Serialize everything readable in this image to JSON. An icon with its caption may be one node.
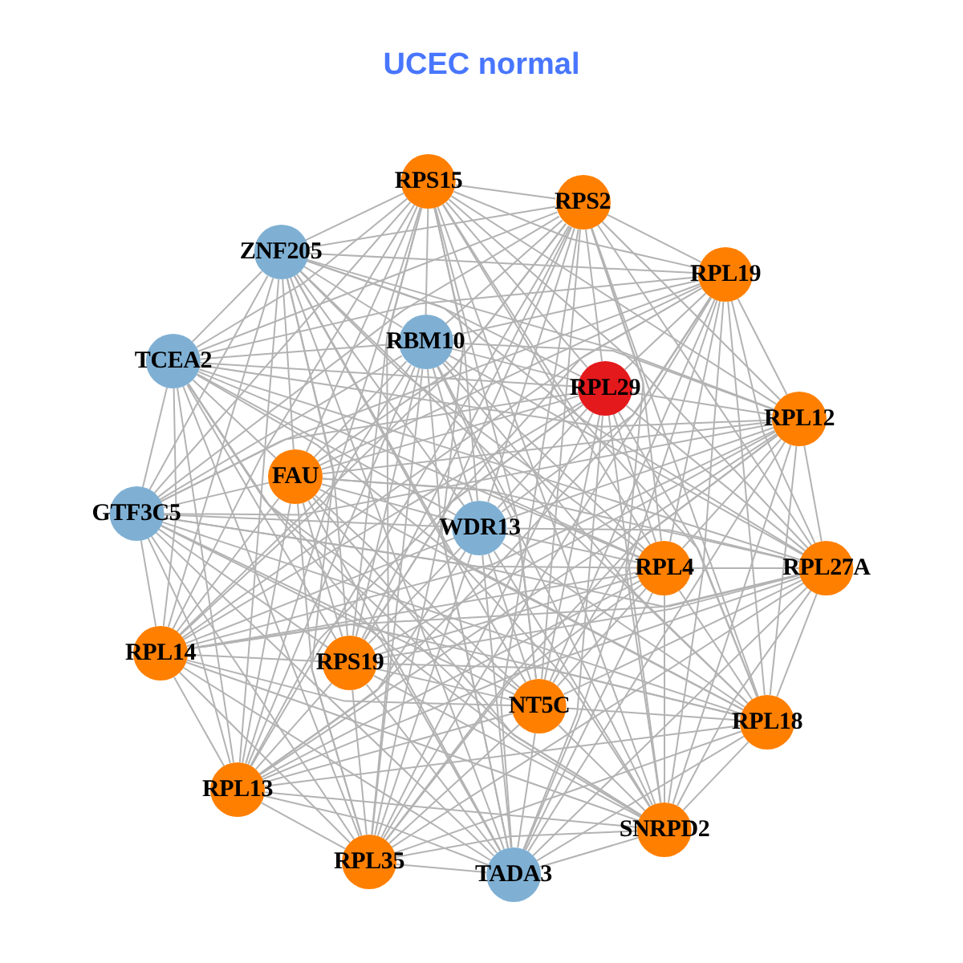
{
  "diagram": {
    "title": "UCEC normal",
    "nodes": [
      {
        "text": [
          "RPS15"
        ]
      },
      {
        "text": [
          "RPS2"
        ]
      },
      {
        "text": [
          "ZNF205"
        ]
      },
      {
        "text": [
          "RPL19"
        ]
      },
      {
        "text": [
          "RBM10"
        ]
      },
      {
        "text": [
          "TCEA2"
        ]
      },
      {
        "text": [
          "RPL29"
        ]
      },
      {
        "text": [
          "RPL12"
        ]
      },
      {
        "text": [
          "FAU"
        ]
      },
      {
        "text": [
          "GTF3C5"
        ]
      },
      {
        "text": [
          "WDR13"
        ]
      },
      {
        "text": [
          "RPL4"
        ]
      },
      {
        "text": [
          "RPL27A"
        ]
      },
      {
        "text": [
          "RPL14"
        ]
      },
      {
        "text": [
          "RPS19"
        ]
      },
      {
        "text": [
          "NT5C"
        ]
      },
      {
        "text": [
          "RPL18"
        ]
      },
      {
        "text": [
          "RPL13"
        ]
      },
      {
        "text": [
          "SNRPD2"
        ]
      },
      {
        "text": [
          "RPL35"
        ]
      },
      {
        "text": [
          "TADA3"
        ]
      }
    ],
    "edges": [
      {
        "from": 0,
        "to": 1,
        "arrow": "none"
      },
      {
        "from": 0,
        "to": 2,
        "arrow": "none"
      },
      {
        "from": 0,
        "to": 3,
        "arrow": "none"
      },
      {
        "from": 0,
        "to": 4,
        "arrow": "none"
      },
      {
        "from": 0,
        "to": 5,
        "arrow": "none"
      },
      {
        "from": 0,
        "to": 6,
        "arrow": "none"
      },
      {
        "from": 0,
        "to": 7,
        "arrow": "none"
      },
      {
        "from": 0,
        "to": 8,
        "arrow": "none"
      },
      {
        "from": 0,
        "to": 9,
        "arrow": "none"
      },
      {
        "from": 0,
        "to": 10,
        "arrow": "none"
      },
      {
        "from": 0,
        "to": 11,
        "arrow": "none"
      },
      {
        "from": 0,
        "to": 12,
        "arrow": "none"
      },
      {
        "from": 0,
        "to": 13,
        "arrow": "none"
      },
      {
        "from": 0,
        "to": 14,
        "arrow": "none"
      },
      {
        "from": 0,
        "to": 15,
        "arrow": "none"
      },
      {
        "from": 0,
        "to": 16,
        "arrow": "none"
      },
      {
        "from": 0,
        "to": 17,
        "arrow": "none"
      },
      {
        "from": 0,
        "to": 18,
        "arrow": "none"
      },
      {
        "from": 0,
        "to": 19,
        "arrow": "none"
      },
      {
        "from": 0,
        "to": 20,
        "arrow": "none"
      },
      {
        "from": 1,
        "to": 2,
        "arrow": "none"
      },
      {
        "from": 1,
        "to": 3,
        "arrow": "none"
      },
      {
        "from": 1,
        "to": 4,
        "arrow": "none"
      },
      {
        "from": 1,
        "to": 5,
        "arrow": "none"
      },
      {
        "from": 1,
        "to": 6,
        "arrow": "none"
      },
      {
        "from": 1,
        "to": 7,
        "arrow": "none"
      },
      {
        "from": 1,
        "to": 8,
        "arrow": "none"
      },
      {
        "from": 1,
        "to": 9,
        "arrow": "none"
      },
      {
        "from": 1,
        "to": 10,
        "arrow": "none"
      },
      {
        "from": 1,
        "to": 11,
        "arrow": "none"
      },
      {
        "from": 1,
        "to": 12,
        "arrow": "none"
      },
      {
        "from": 1,
        "to": 13,
        "arrow": "none"
      },
      {
        "from": 1,
        "to": 14,
        "arrow": "none"
      },
      {
        "from": 1,
        "to": 15,
        "arrow": "none"
      },
      {
        "from": 1,
        "to": 16,
        "arrow": "none"
      },
      {
        "from": 1,
        "to": 17,
        "arrow": "none"
      },
      {
        "from": 1,
        "to": 18,
        "arrow": "none"
      },
      {
        "from": 1,
        "to": 19,
        "arrow": "none"
      },
      {
        "from": 1,
        "to": 20,
        "arrow": "none"
      },
      {
        "from": 2,
        "to": 3,
        "arrow": "none"
      },
      {
        "from": 2,
        "to": 4,
        "arrow": "none"
      },
      {
        "from": 2,
        "to": 5,
        "arrow": "none"
      },
      {
        "from": 2,
        "to": 6,
        "arrow": "none"
      },
      {
        "from": 2,
        "to": 7,
        "arrow": "none"
      },
      {
        "from": 2,
        "to": 8,
        "arrow": "none"
      },
      {
        "from": 2,
        "to": 9,
        "arrow": "none"
      },
      {
        "from": 2,
        "to": 10,
        "arrow": "none"
      },
      {
        "from": 2,
        "to": 11,
        "arrow": "none"
      },
      {
        "from": 2,
        "to": 12,
        "arrow": "none"
      },
      {
        "from": 2,
        "to": 13,
        "arrow": "none"
      },
      {
        "from": 2,
        "to": 14,
        "arrow": "none"
      },
      {
        "from": 2,
        "to": 15,
        "arrow": "none"
      },
      {
        "from": 2,
        "to": 16,
        "arrow": "none"
      },
      {
        "from": 2,
        "to": 17,
        "arrow": "none"
      },
      {
        "from": 2,
        "to": 18,
        "arrow": "none"
      },
      {
        "from": 2,
        "to": 19,
        "arrow": "none"
      },
      {
        "from": 2,
        "to": 20,
        "arrow": "none"
      },
      {
        "from": 3,
        "to": 4,
        "arrow": "none"
      },
      {
        "from": 3,
        "to": 5,
        "arrow": "none"
      },
      {
        "from": 3,
        "to": 6,
        "arrow": "none"
      },
      {
        "from": 3,
        "to": 7,
        "arrow": "none"
      },
      {
        "from": 3,
        "to": 8,
        "arrow": "none"
      },
      {
        "from": 3,
        "to": 9,
        "arrow": "none"
      },
      {
        "from": 3,
        "to": 10,
        "arrow": "none"
      },
      {
        "from": 3,
        "to": 11,
        "arrow": "none"
      },
      {
        "from": 3,
        "to": 12,
        "arrow": "none"
      },
      {
        "from": 3,
        "to": 13,
        "arrow": "none"
      },
      {
        "from": 3,
        "to": 14,
        "arrow": "none"
      },
      {
        "from": 3,
        "to": 15,
        "arrow": "none"
      },
      {
        "from": 3,
        "to": 16,
        "arrow": "none"
      },
      {
        "from": 3,
        "to": 17,
        "arrow": "none"
      },
      {
        "from": 3,
        "to": 18,
        "arrow": "none"
      },
      {
        "from": 3,
        "to": 19,
        "arrow": "none"
      },
      {
        "from": 3,
        "to": 20,
        "arrow": "none"
      },
      {
        "from": 4,
        "to": 5,
        "arrow": "none"
      },
      {
        "from": 4,
        "to": 6,
        "arrow": "none"
      },
      {
        "from": 4,
        "to": 7,
        "arrow": "none"
      },
      {
        "from": 4,
        "to": 8,
        "arrow": "none"
      },
      {
        "from": 4,
        "to": 9,
        "arrow": "none"
      },
      {
        "from": 4,
        "to": 10,
        "arrow": "none"
      },
      {
        "from": 4,
        "to": 11,
        "arrow": "none"
      },
      {
        "from": 4,
        "to": 12,
        "arrow": "none"
      },
      {
        "from": 4,
        "to": 13,
        "arrow": "none"
      },
      {
        "from": 4,
        "to": 14,
        "arrow": "none"
      },
      {
        "from": 4,
        "to": 15,
        "arrow": "none"
      },
      {
        "from": 4,
        "to": 16,
        "arrow": "none"
      },
      {
        "from": 4,
        "to": 17,
        "arrow": "none"
      },
      {
        "from": 4,
        "to": 18,
        "arrow": "none"
      },
      {
        "from": 4,
        "to": 19,
        "arrow": "none"
      },
      {
        "from": 4,
        "to": 20,
        "arrow": "none"
      },
      {
        "from": 5,
        "to": 6,
        "arrow": "none"
      },
      {
        "from": 5,
        "to": 7,
        "arrow": "none"
      },
      {
        "from": 5,
        "to": 8,
        "arrow": "none"
      },
      {
        "from": 5,
        "to": 9,
        "arrow": "none"
      },
      {
        "from": 5,
        "to": 10,
        "arrow": "none"
      },
      {
        "from": 5,
        "to": 11,
        "arrow": "none"
      },
      {
        "from": 5,
        "to": 12,
        "arrow": "none"
      },
      {
        "from": 5,
        "to": 13,
        "arrow": "none"
      },
      {
        "from": 5,
        "to": 14,
        "arrow": "none"
      },
      {
        "from": 5,
        "to": 15,
        "arrow": "none"
      },
      {
        "from": 5,
        "to": 16,
        "arrow": "none"
      },
      {
        "from": 5,
        "to": 17,
        "arrow": "none"
      },
      {
        "from": 5,
        "to": 18,
        "arrow": "none"
      },
      {
        "from": 5,
        "to": 19,
        "arrow": "none"
      },
      {
        "from": 5,
        "to": 20,
        "arrow": "none"
      },
      {
        "from": 6,
        "to": 7,
        "arrow": "none"
      },
      {
        "from": 6,
        "to": 8,
        "arrow": "none"
      },
      {
        "from": 6,
        "to": 9,
        "arrow": "none"
      },
      {
        "from": 6,
        "to": 10,
        "arrow": "none"
      },
      {
        "from": 6,
        "to": 11,
        "arrow": "none"
      },
      {
        "from": 6,
        "to": 12,
        "arrow": "none"
      },
      {
        "from": 6,
        "to": 13,
        "arrow": "none"
      },
      {
        "from": 6,
        "to": 14,
        "arrow": "none"
      },
      {
        "from": 6,
        "to": 15,
        "arrow": "none"
      },
      {
        "from": 6,
        "to": 16,
        "arrow": "none"
      },
      {
        "from": 6,
        "to": 17,
        "arrow": "none"
      },
      {
        "from": 6,
        "to": 18,
        "arrow": "none"
      },
      {
        "from": 6,
        "to": 19,
        "arrow": "none"
      },
      {
        "from": 6,
        "to": 20,
        "arrow": "none"
      },
      {
        "from": 7,
        "to": 8,
        "arrow": "none"
      },
      {
        "from": 7,
        "to": 9,
        "arrow": "none"
      },
      {
        "from": 7,
        "to": 10,
        "arrow": "none"
      },
      {
        "from": 7,
        "to": 11,
        "arrow": "none"
      },
      {
        "from": 7,
        "to": 12,
        "arrow": "none"
      },
      {
        "from": 7,
        "to": 13,
        "arrow": "none"
      },
      {
        "from": 7,
        "to": 14,
        "arrow": "none"
      },
      {
        "from": 7,
        "to": 15,
        "arrow": "none"
      },
      {
        "from": 7,
        "to": 16,
        "arrow": "none"
      },
      {
        "from": 7,
        "to": 17,
        "arrow": "none"
      },
      {
        "from": 7,
        "to": 18,
        "arrow": "none"
      },
      {
        "from": 7,
        "to": 19,
        "arrow": "none"
      },
      {
        "from": 7,
        "to": 20,
        "arrow": "none"
      },
      {
        "from": 8,
        "to": 9,
        "arrow": "none"
      },
      {
        "from": 8,
        "to": 10,
        "arrow": "none"
      },
      {
        "from": 8,
        "to": 11,
        "arrow": "none"
      },
      {
        "from": 8,
        "to": 12,
        "arrow": "none"
      },
      {
        "from": 8,
        "to": 13,
        "arrow": "none"
      },
      {
        "from": 8,
        "to": 14,
        "arrow": "none"
      },
      {
        "from": 8,
        "to": 15,
        "arrow": "none"
      },
      {
        "from": 8,
        "to": 16,
        "arrow": "none"
      },
      {
        "from": 8,
        "to": 17,
        "arrow": "none"
      },
      {
        "from": 8,
        "to": 18,
        "arrow": "none"
      },
      {
        "from": 8,
        "to": 19,
        "arrow": "none"
      },
      {
        "from": 8,
        "to": 20,
        "arrow": "none"
      },
      {
        "from": 9,
        "to": 10,
        "arrow": "none"
      },
      {
        "from": 9,
        "to": 11,
        "arrow": "none"
      },
      {
        "from": 9,
        "to": 12,
        "arrow": "none"
      },
      {
        "from": 9,
        "to": 13,
        "arrow": "none"
      },
      {
        "from": 9,
        "to": 14,
        "arrow": "none"
      },
      {
        "from": 9,
        "to": 15,
        "arrow": "none"
      },
      {
        "from": 9,
        "to": 16,
        "arrow": "none"
      },
      {
        "from": 9,
        "to": 17,
        "arrow": "none"
      },
      {
        "from": 9,
        "to": 18,
        "arrow": "none"
      },
      {
        "from": 9,
        "to": 19,
        "arrow": "none"
      },
      {
        "from": 9,
        "to": 20,
        "arrow": "none"
      },
      {
        "from": 10,
        "to": 11,
        "arrow": "none"
      },
      {
        "from": 10,
        "to": 12,
        "arrow": "none"
      },
      {
        "from": 10,
        "to": 13,
        "arrow": "none"
      },
      {
        "from": 10,
        "to": 14,
        "arrow": "none"
      },
      {
        "from": 10,
        "to": 15,
        "arrow": "none"
      },
      {
        "from": 10,
        "to": 16,
        "arrow": "none"
      },
      {
        "from": 10,
        "to": 17,
        "arrow": "none"
      },
      {
        "from": 10,
        "to": 18,
        "arrow": "none"
      },
      {
        "from": 10,
        "to": 19,
        "arrow": "none"
      },
      {
        "from": 10,
        "to": 20,
        "arrow": "none"
      },
      {
        "from": 11,
        "to": 12,
        "arrow": "none"
      },
      {
        "from": 11,
        "to": 13,
        "arrow": "none"
      },
      {
        "from": 11,
        "to": 14,
        "arrow": "none"
      },
      {
        "from": 11,
        "to": 15,
        "arrow": "none"
      },
      {
        "from": 11,
        "to": 16,
        "arrow": "none"
      },
      {
        "from": 11,
        "to": 17,
        "arrow": "none"
      },
      {
        "from": 11,
        "to": 18,
        "arrow": "none"
      },
      {
        "from": 11,
        "to": 19,
        "arrow": "none"
      },
      {
        "from": 11,
        "to": 20,
        "arrow": "none"
      },
      {
        "from": 12,
        "to": 13,
        "arrow": "none"
      },
      {
        "from": 12,
        "to": 14,
        "arrow": "none"
      },
      {
        "from": 12,
        "to": 15,
        "arrow": "none"
      },
      {
        "from": 12,
        "to": 16,
        "arrow": "none"
      },
      {
        "from": 12,
        "to": 17,
        "arrow": "none"
      },
      {
        "from": 12,
        "to": 18,
        "arrow": "none"
      },
      {
        "from": 12,
        "to": 19,
        "arrow": "none"
      },
      {
        "from": 12,
        "to": 20,
        "arrow": "none"
      },
      {
        "from": 13,
        "to": 14,
        "arrow": "none"
      },
      {
        "from": 13,
        "to": 15,
        "arrow": "none"
      },
      {
        "from": 13,
        "to": 16,
        "arrow": "none"
      },
      {
        "from": 13,
        "to": 17,
        "arrow": "none"
      },
      {
        "from": 13,
        "to": 18,
        "arrow": "none"
      },
      {
        "from": 13,
        "to": 19,
        "arrow": "none"
      },
      {
        "from": 13,
        "to": 20,
        "arrow": "none"
      },
      {
        "from": 14,
        "to": 15,
        "arrow": "none"
      },
      {
        "from": 14,
        "to": 16,
        "arrow": "none"
      },
      {
        "from": 14,
        "to": 17,
        "arrow": "none"
      },
      {
        "from": 14,
        "to": 18,
        "arrow": "none"
      },
      {
        "from": 14,
        "to": 19,
        "arrow": "none"
      },
      {
        "from": 14,
        "to": 20,
        "arrow": "none"
      },
      {
        "from": 15,
        "to": 16,
        "arrow": "none"
      },
      {
        "from": 15,
        "to": 17,
        "arrow": "none"
      },
      {
        "from": 15,
        "to": 18,
        "arrow": "none"
      },
      {
        "from": 15,
        "to": 19,
        "arrow": "none"
      },
      {
        "from": 15,
        "to": 20,
        "arrow": "none"
      },
      {
        "from": 16,
        "to": 17,
        "arrow": "none"
      },
      {
        "from": 16,
        "to": 18,
        "arrow": "none"
      },
      {
        "from": 16,
        "to": 19,
        "arrow": "none"
      },
      {
        "from": 16,
        "to": 20,
        "arrow": "none"
      },
      {
        "from": 17,
        "to": 18,
        "arrow": "none"
      },
      {
        "from": 17,
        "to": 19,
        "arrow": "none"
      },
      {
        "from": 17,
        "to": 20,
        "arrow": "none"
      },
      {
        "from": 18,
        "to": 19,
        "arrow": "none"
      },
      {
        "from": 18,
        "to": 20,
        "arrow": "none"
      },
      {
        "from": 19,
        "to": 20,
        "arrow": "none"
      }
    ]
  }
}
